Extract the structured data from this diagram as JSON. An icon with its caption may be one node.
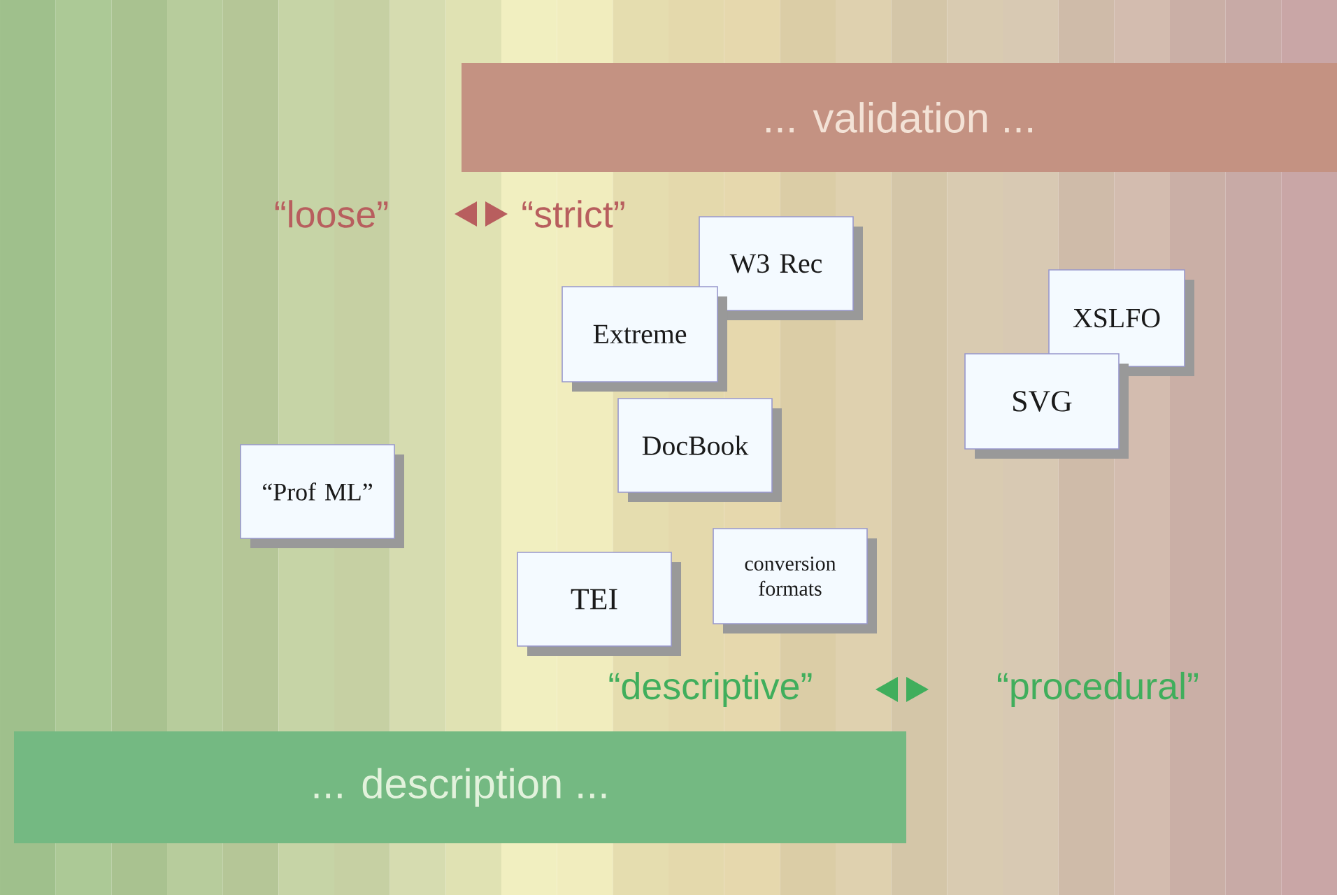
{
  "diagram": {
    "nodes": [
      {
        "text": [
          "... validation ..."
        ]
      },
      {
        "text": [
          "W3 Rec"
        ]
      },
      {
        "text": [
          "Extreme"
        ]
      },
      {
        "text": [
          "XSLFO"
        ]
      },
      {
        "text": [
          "SVG"
        ]
      },
      {
        "text": [
          "DocBook"
        ]
      },
      {
        "text": [
          "“Prof ML”"
        ]
      },
      {
        "text": [
          "conversion formats"
        ]
      },
      {
        "text": [
          "TEI"
        ]
      },
      {
        "text": [
          "... description ..."
        ]
      }
    ],
    "labels": [
      "“loose”",
      "“strict”",
      "“descriptive”",
      "“procedural”"
    ]
  }
}
